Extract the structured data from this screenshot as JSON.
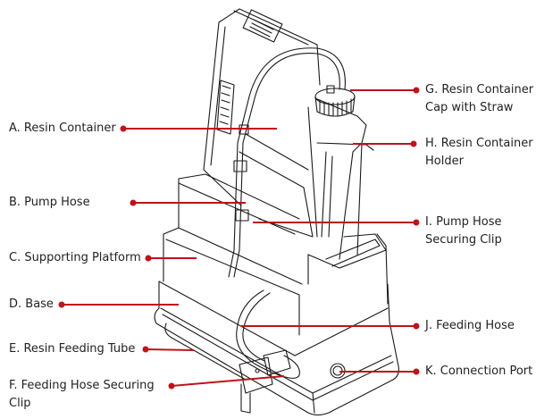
{
  "diagram": {
    "accent_color": "#c0121b",
    "line_color": "#1a1a1a",
    "callouts": [
      {
        "id": "A",
        "lines": [
          "A. Resin Container"
        ]
      },
      {
        "id": "B",
        "lines": [
          "B. Pump Hose"
        ]
      },
      {
        "id": "C",
        "lines": [
          "C. Supporting Platform"
        ]
      },
      {
        "id": "D",
        "lines": [
          "D. Base"
        ]
      },
      {
        "id": "E",
        "lines": [
          "E. Resin Feeding Tube"
        ]
      },
      {
        "id": "F",
        "lines": [
          "F. Feeding Hose Securing",
          "Clip"
        ]
      },
      {
        "id": "G",
        "lines": [
          "G. Resin Container",
          "Cap with Straw"
        ]
      },
      {
        "id": "H",
        "lines": [
          "H. Resin Container",
          "Holder"
        ]
      },
      {
        "id": "I",
        "lines": [
          "I. Pump Hose",
          "Securing Clip"
        ]
      },
      {
        "id": "J",
        "lines": [
          "J. Feeding Hose"
        ]
      },
      {
        "id": "K",
        "lines": [
          "K. Connection Port"
        ]
      }
    ]
  }
}
